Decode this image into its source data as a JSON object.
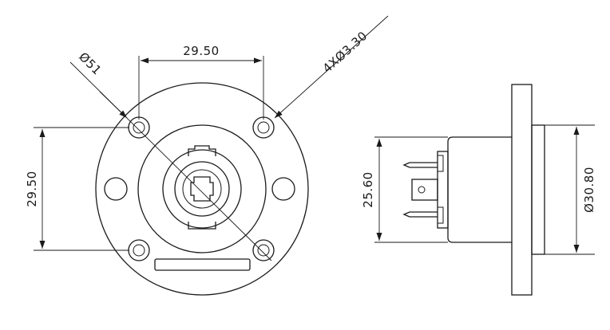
{
  "front_view": {
    "dim_width": "29.50",
    "dim_height": "29.50",
    "dim_diameter": "Ø51",
    "dim_holes": "4XØ3.30"
  },
  "side_view": {
    "dim_height": "25.60",
    "dim_diameter": "Ø30.80"
  }
}
